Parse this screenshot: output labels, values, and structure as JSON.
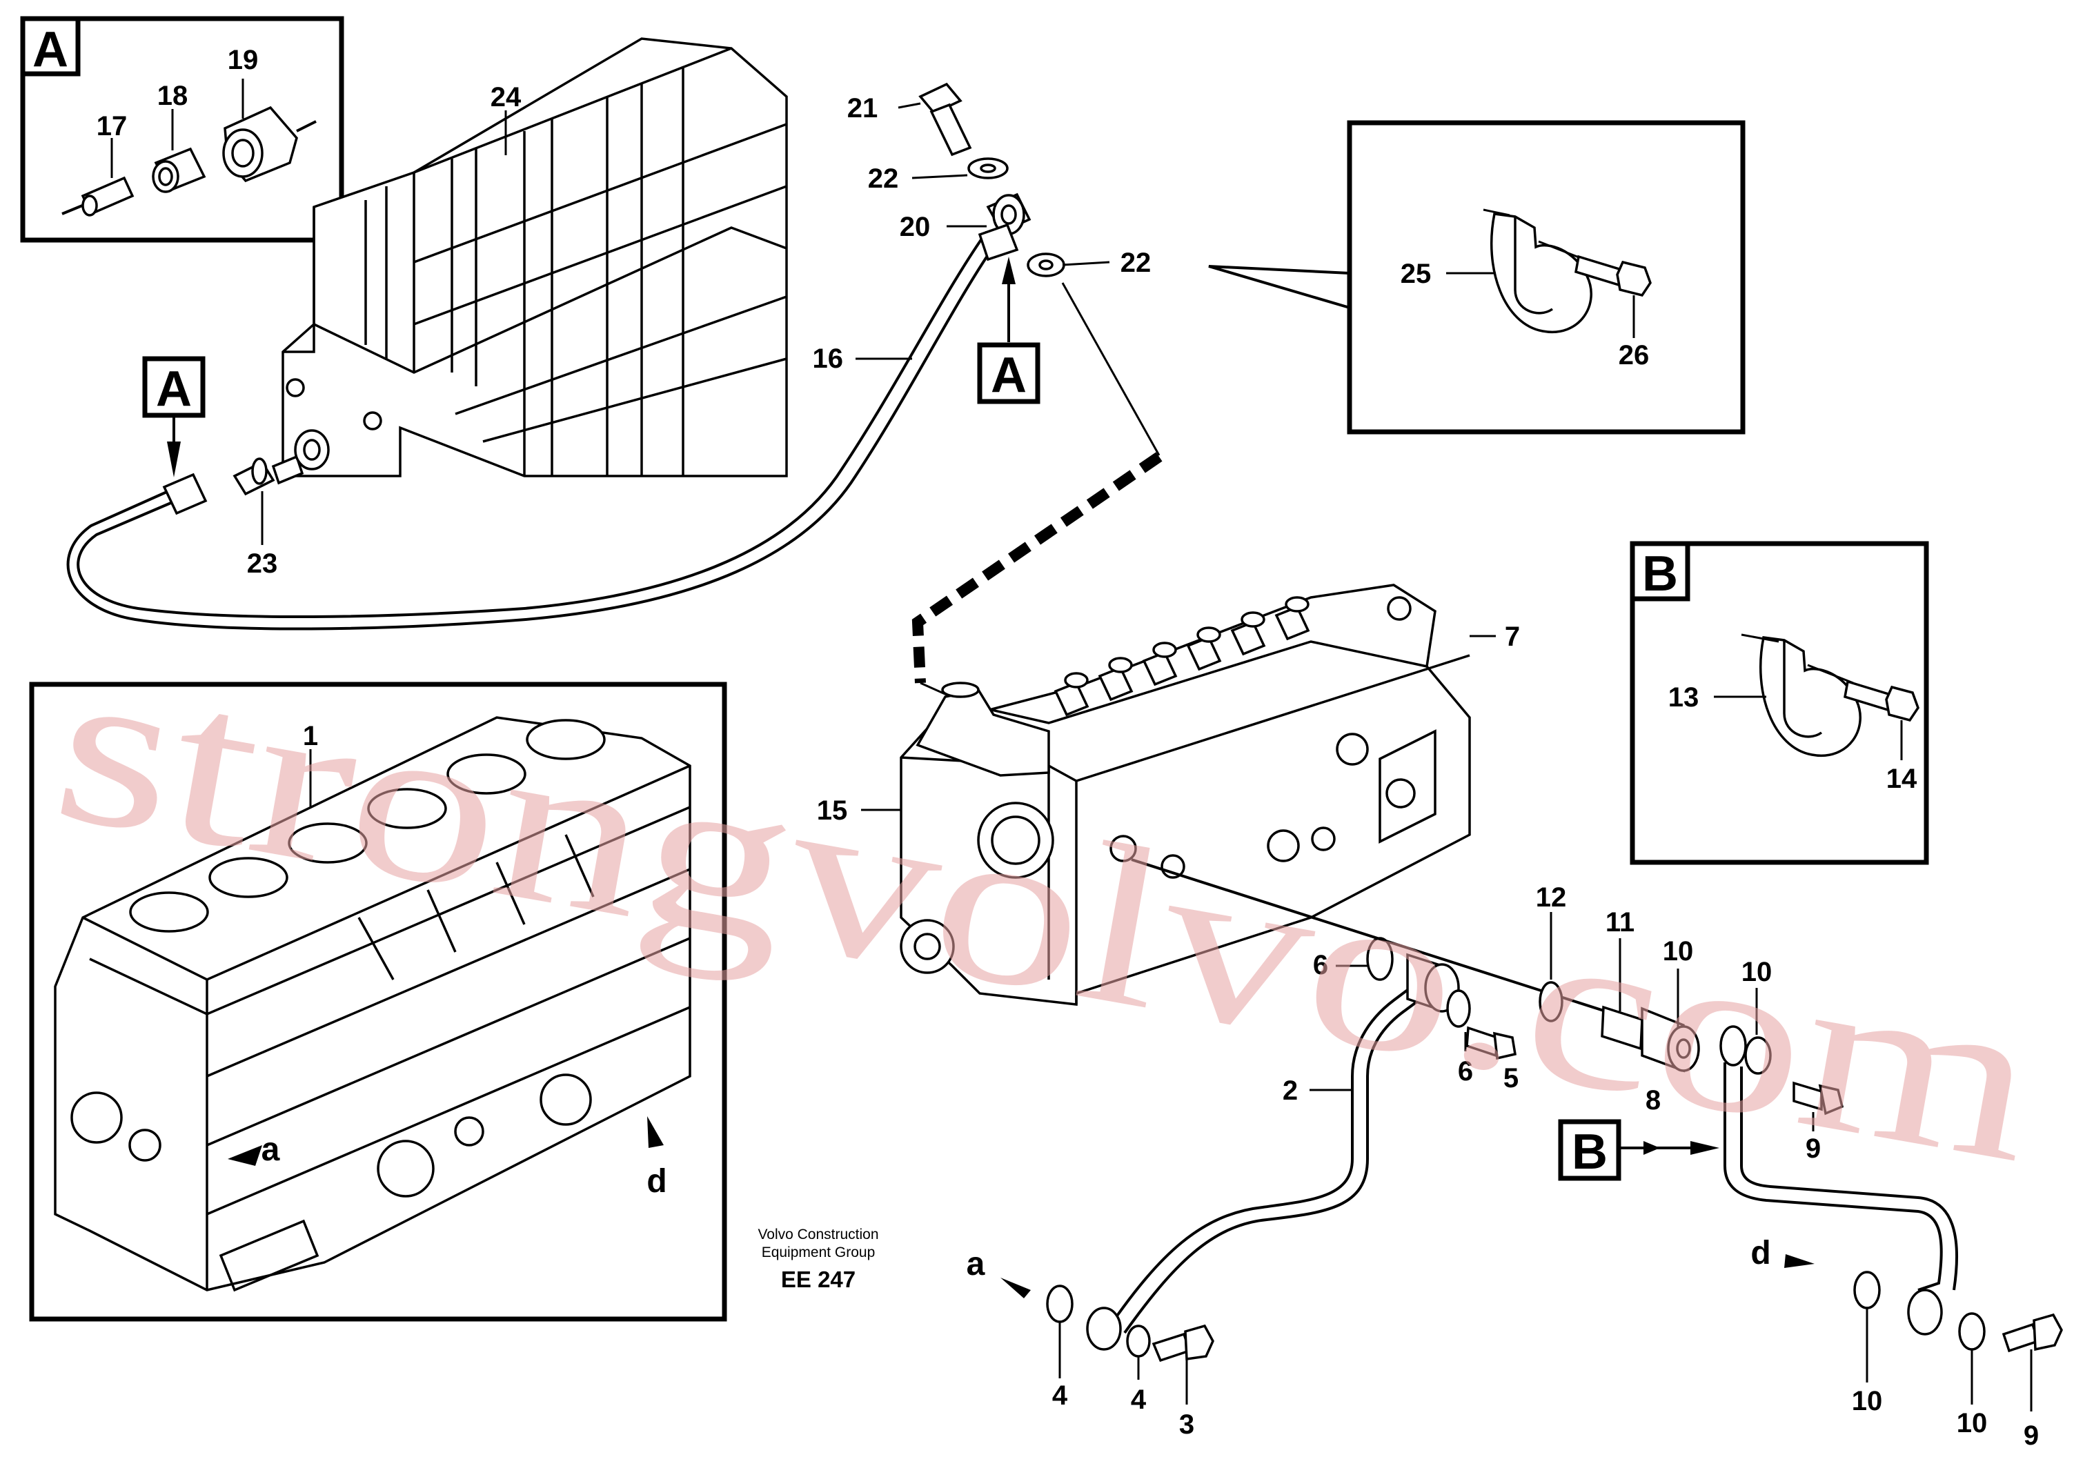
{
  "watermark": "strongvolvo.com",
  "credit": {
    "line1": "Volvo Construction",
    "line2": "Equipment Group",
    "code": "EE 247"
  },
  "detail_boxes": {
    "A": "A",
    "B": "B"
  },
  "callouts": {
    "a": "A",
    "b": "B"
  },
  "refs": {
    "a": "a",
    "d": "d"
  },
  "parts": {
    "p1": "1",
    "p2": "2",
    "p3": "3",
    "p4": "4",
    "p5": "5",
    "p6": "6",
    "p7": "7",
    "p8": "8",
    "p9": "9",
    "p10": "10",
    "p11": "11",
    "p12": "12",
    "p13": "13",
    "p14": "14",
    "p15": "15",
    "p16": "16",
    "p17": "17",
    "p18": "18",
    "p19": "19",
    "p20": "20",
    "p21": "21",
    "p22": "22",
    "p23": "23",
    "p24": "24",
    "p25": "25",
    "p26": "26"
  }
}
